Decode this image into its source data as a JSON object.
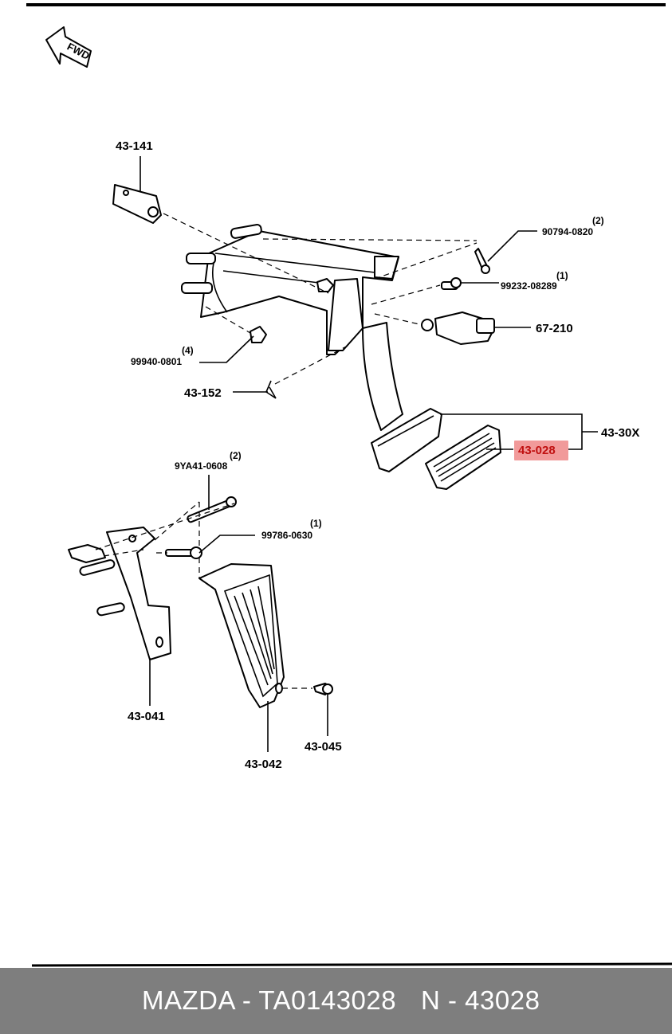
{
  "diagram": {
    "fwd_label": "FWD",
    "callouts": {
      "c43_141": "43-141",
      "c90794": "90794-0820",
      "c90794_qty": "(2)",
      "c99232": "99232-08289",
      "c99232_qty": "(1)",
      "c67_210": "67-210",
      "c99940": "99940-0801",
      "c99940_qty": "(4)",
      "c43_152": "43-152",
      "c43_30x": "43-30X",
      "c43_028": "43-028",
      "c9ya41": "9YA41-0608",
      "c9ya41_qty": "(2)",
      "c99786": "99786-0630",
      "c99786_qty": "(1)",
      "c43_041": "43-041",
      "c43_042": "43-042",
      "c43_045": "43-045"
    },
    "highlight_color": "#f19a9a"
  },
  "footer": {
    "left_text": "MAZDA - TA0143028",
    "right_text": "N - 43028",
    "background": "#7e7e7e"
  }
}
